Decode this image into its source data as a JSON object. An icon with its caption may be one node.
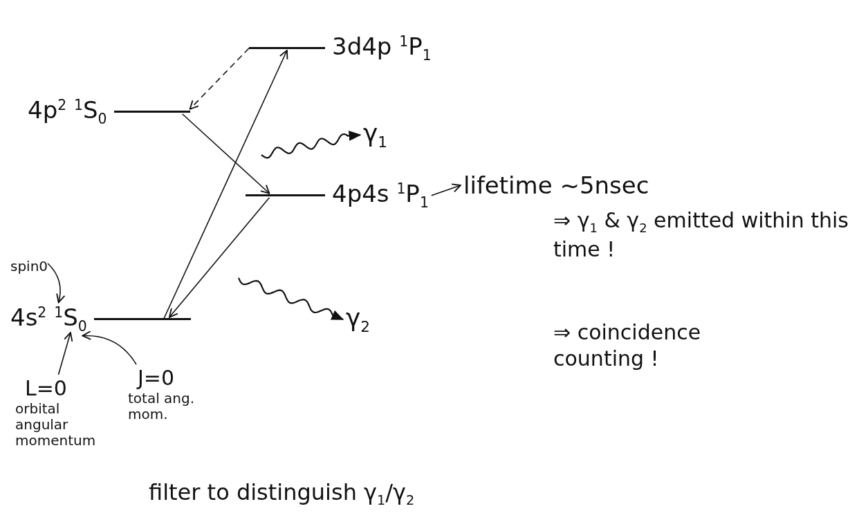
{
  "diagram": {
    "nodes": [
      {
        "text": [
          "4p$^{2}$ $^{1}$S$_{0}$"
        ]
      },
      {
        "text": [
          "3d4p $^{1}$P$_{1}$"
        ]
      },
      {
        "text": [
          "4p4s $^{1}$P$_{1}$"
        ]
      },
      {
        "text": [
          "4s$^{2}$ $^{1}$S$_{0}$"
        ]
      },
      {
        "text": [
          "γ$_{1}$"
        ]
      },
      {
        "text": [
          "γ$_{2}$"
        ]
      },
      {
        "text": [
          "lifetime ~5nsec"
        ]
      },
      {
        "text": [
          "spin0"
        ]
      },
      {
        "text": [
          "L=0",
          "orbital angular momentum"
        ]
      },
      {
        "text": [
          "J=0",
          "total ang. mom."
        ]
      }
    ],
    "edges": [
      {
        "from": 1,
        "to": 0,
        "arrow": "to",
        "style": "dashed"
      },
      {
        "from": 0,
        "to": 2,
        "arrow": "to"
      },
      {
        "from": 3,
        "to": 1,
        "arrow": "to"
      },
      {
        "from": 2,
        "to": 3,
        "arrow": "to"
      },
      {
        "from": null,
        "to": 4,
        "arrow": "to"
      },
      {
        "from": null,
        "to": 5,
        "arrow": "to"
      },
      {
        "from": 2,
        "to": 6,
        "arrow": "to"
      },
      {
        "from": 7,
        "to": 3,
        "arrow": "to"
      },
      {
        "from": 8,
        "to": 3,
        "arrow": "to"
      },
      {
        "from": 9,
        "to": 3,
        "arrow": "to"
      }
    ],
    "labels": [
      "⇒ γ$_{1}$ & γ$_{2}$ emitted within this time !",
      "⇒ coincidence counting !",
      "filter to distinguish γ$_{1}$/γ$_{2}$"
    ]
  }
}
